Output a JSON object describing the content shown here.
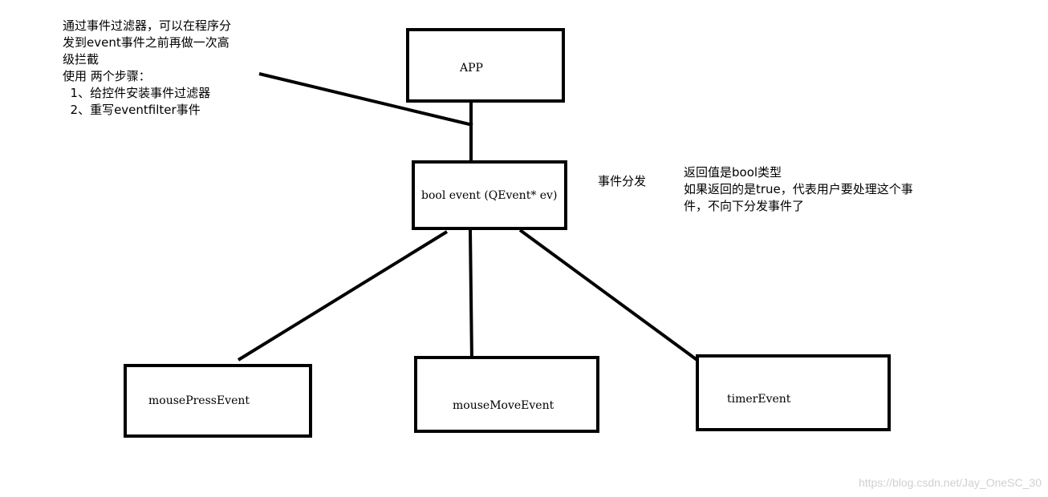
{
  "note_left": {
    "lines": [
      "通过事件过滤器，可以在程序分",
      "发到event事件之前再做一次高",
      "级拦截",
      "使用 两个步骤：",
      "  1、给控件安装事件过滤器",
      "  2、重写eventfilter事件"
    ]
  },
  "nodes": {
    "app": "APP",
    "event": "bool event (QEvent* ev)",
    "mouse_press": "mousePressEvent",
    "mouse_move": "mouseMoveEvent",
    "timer": "timerEvent"
  },
  "dispatch_label": "事件分发",
  "note_right": {
    "lines": [
      "返回值是bool类型",
      "如果返回的是true，代表用户要处理这个事",
      "件，不向下分发事件了"
    ]
  },
  "watermark": "https://blog.csdn.net/Jay_OneSC_30"
}
